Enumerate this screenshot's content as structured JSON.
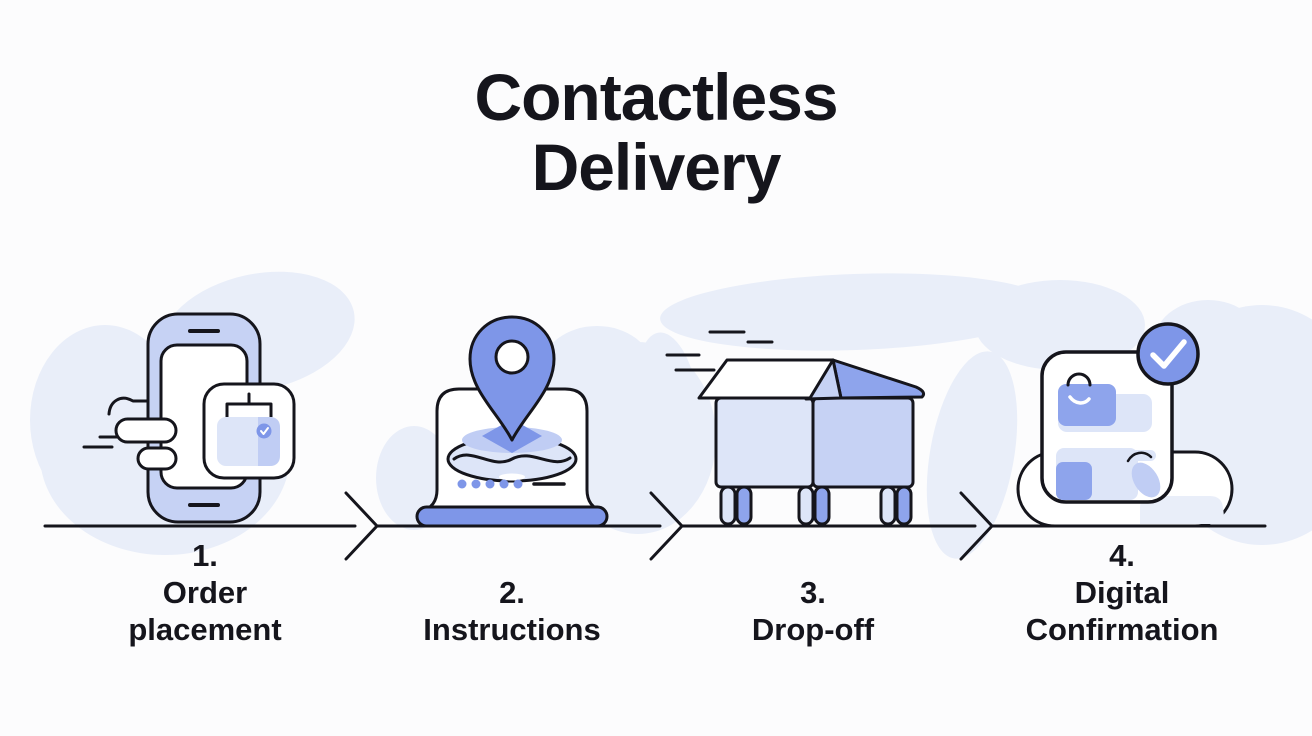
{
  "title": {
    "line1": "Contactless",
    "line2": "Delivery"
  },
  "steps": [
    {
      "number": "1.",
      "label": "Order\nplacement",
      "icon": "smartphone-order-icon"
    },
    {
      "number": "2.",
      "label": "Instructions",
      "icon": "laptop-location-icon"
    },
    {
      "number": "3.",
      "label": "Drop-off",
      "icon": "delivery-boxes-icon"
    },
    {
      "number": "4.",
      "label": "Digital\nConfirmation",
      "icon": "confirmation-card-icon"
    }
  ],
  "colors": {
    "background": "#fcfcfd",
    "ink": "#15151c",
    "blob": "#e9eef9",
    "blue_lighter": "#dde5f8",
    "blue_light": "#c6d2f4",
    "blue_soft": "#c0cdf4",
    "blue_mid": "#8ea4ec",
    "blue_accent": "#7e96e8"
  }
}
